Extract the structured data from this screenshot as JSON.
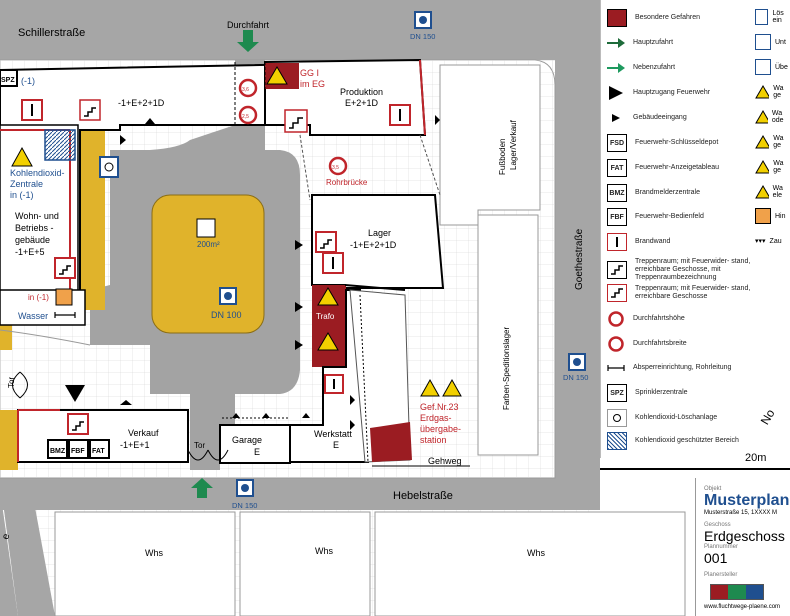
{
  "streets": {
    "top": "Schillerstraße",
    "right": "Goethestraße",
    "bottom": "Hebelstraße",
    "right_corner": "No",
    "bottom_left": "e"
  },
  "labels": {
    "durchfahrt": "Durchfahrt",
    "dn150_top": "DN 150",
    "dn150_right": "DN 150",
    "dn150_bottom": "DN 150",
    "dn100": "DN 100",
    "area": "200m²",
    "spz": "SPZ",
    "spz_level": "(-1)",
    "gg": "GG I",
    "gg_sub": "im EG",
    "produktion": "Produktion",
    "produktion_floors": "E+2+1D",
    "floors_top": "-1+E+2+1D",
    "co2_1": "Kohlendioxid-",
    "co2_2": "Zentrale",
    "co2_3": "in (-1)",
    "wohn_1": "Wohn- und",
    "wohn_2": "Betriebs -",
    "wohn_3": "gebäude",
    "wohn_4": "-1+E+5",
    "in_minus1": "in (-1)",
    "wasser": "Wasser",
    "rohrbruecke": "Rohrbrücke",
    "fussboden": "Fußboden",
    "lager_verkauf": "Lager/Verkauf",
    "lager": "Lager",
    "lager_floors": "-1+E+2+1D",
    "trafo": "Trafo",
    "farben": "Farben-Speditionslager",
    "gef_1": "Gef.Nr.23",
    "gef_2": "Erdgas-",
    "gef_3": "übergabe-",
    "gef_4": "station",
    "werkstatt": "Werkstatt",
    "werkstatt_e": "E",
    "garage": "Garage",
    "garage_e": "E",
    "verkauf": "Verkauf",
    "verkauf_floors": "-1+E+1",
    "bmz": "BMZ",
    "fbf": "FBF",
    "fat": "FAT",
    "tor_left": "Tor",
    "tor_bottom": "Tor",
    "gehweg": "Gehweg",
    "scale": "20m",
    "whs": "Whs",
    "height_sign": "3,6",
    "width_sign": "2,5",
    "width_sign2": "3,5"
  },
  "legend": [
    {
      "sym": "red-square",
      "text": "Besondere Gefahren"
    },
    {
      "sym": "green-arrow-dark",
      "text": "Hauptzufahrt"
    },
    {
      "sym": "green-arrow-light",
      "text": "Nebenzufahrt"
    },
    {
      "sym": "black-triangle",
      "text": "Hauptzugang Feuerwehr"
    },
    {
      "sym": "small-triangle",
      "text": "Gebäudeeingang"
    },
    {
      "sym": "FSD",
      "text": "Feuerwehr-Schlüsseldepot"
    },
    {
      "sym": "FAT",
      "text": "Feuerwehr-Anzeigetableau"
    },
    {
      "sym": "BMZ",
      "text": "Brandmelderzentrale"
    },
    {
      "sym": "FBF",
      "text": "Feuerwehr-Bedienfeld"
    },
    {
      "sym": "stair-box",
      "text": "Brandwand"
    },
    {
      "sym": "stair-black",
      "text": "Treppenraum; mit Feuerwider- stand, erreichbare Geschosse, mit Treppenraumbezeichnung"
    },
    {
      "sym": "stair-red",
      "text": "Treppenraum; mit Feuerwider- stand, erreichbare Geschosse"
    },
    {
      "sym": "height-sign",
      "text": "Durchfahrtshöhe"
    },
    {
      "sym": "width-sign",
      "text": "Durchfahrtsbreite"
    },
    {
      "sym": "barrier",
      "text": "Absperreinrichtung, Rohrleitung"
    },
    {
      "sym": "SPZ",
      "text": "Sprinklerzentrale"
    },
    {
      "sym": "co2",
      "text": "Kohlendioxid-Löschanlage"
    },
    {
      "sym": "hatch",
      "text": "Kohlendioxid geschützter Bereich"
    }
  ],
  "legend2": [
    {
      "text": "Lös ein"
    },
    {
      "text": "Unt"
    },
    {
      "text": "Übe"
    },
    {
      "text": "Wa ge"
    },
    {
      "text": "Wa ode"
    },
    {
      "text": "Wa ge"
    },
    {
      "text": "Wa ge"
    },
    {
      "text": "Wa ele"
    },
    {
      "text": "Hin"
    },
    {
      "text": "Zau"
    }
  ],
  "title_block": {
    "objekt_label": "Objekt",
    "name": "Musterplan",
    "address": "Musterstraße 15, 1XXXX M",
    "geschoss_label": "Geschoss",
    "geschoss": "Erdgeschoss",
    "plannummer_label": "Plannummer",
    "plannummer": "001",
    "ersteller_label": "Planersteller",
    "footer": "www.fluchtwege-plaene.com"
  },
  "colors": {
    "street": "#a6a6a6",
    "yard": "#a3a3a3",
    "building": "#ffffff",
    "hazard": "#9b1c22",
    "mustard": "#e0b32b",
    "green": "#1e8a4f",
    "blue": "#1f4f8f",
    "red_text": "#c0252b"
  }
}
